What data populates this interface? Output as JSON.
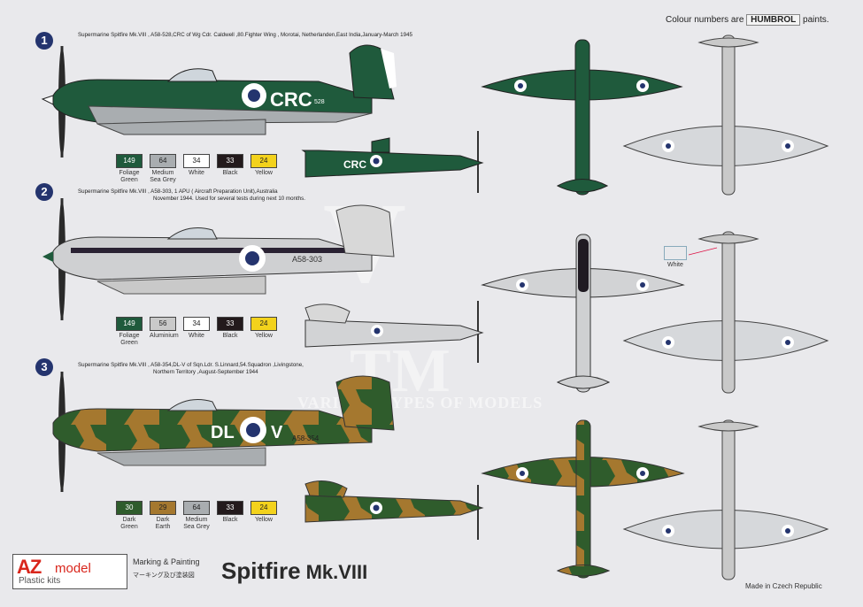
{
  "header": {
    "colour_note_prefix": "Colour numbers are",
    "colour_brand": "HUMBROL",
    "colour_note_suffix": "paints."
  },
  "schemes": [
    {
      "number": "1",
      "description_line1": "Supermarine Spitfire Mk.VIII , A58-528,CRC of Wg Cdr. Caldwell ,80.Fighter Wing , Morotai, Netherlanden,East India,January-March 1945",
      "description_line2": "",
      "code_letters": "CRC",
      "serial": "A58-528",
      "colours": [
        {
          "code": "149",
          "name": "Foliage Green",
          "hex": "#1f5a3c",
          "text": "#ffffff"
        },
        {
          "code": "64",
          "name": "Medium Sea Grey",
          "hex": "#a9adb0",
          "text": "#222222"
        },
        {
          "code": "34",
          "name": "White",
          "hex": "#ffffff",
          "text": "#222222"
        },
        {
          "code": "33",
          "name": "Black",
          "hex": "#231a1c",
          "text": "#ffffff"
        },
        {
          "code": "24",
          "name": "Yellow",
          "hex": "#f3d21c",
          "text": "#222222"
        }
      ]
    },
    {
      "number": "2",
      "description_line1": "Supermarine Spitfire Mk.VIII , A58-303, 1 APU ( Aircraft Preparation Unit),Australia",
      "description_line2": "November 1944. Used  for several tests during next 10 months.",
      "code_letters": "",
      "serial": "A58-303",
      "colours": [
        {
          "code": "149",
          "name": "Foliage Green",
          "hex": "#1f5a3c",
          "text": "#ffffff"
        },
        {
          "code": "56",
          "name": "Aluminium",
          "hex": "#c9c9c9",
          "text": "#222222"
        },
        {
          "code": "34",
          "name": "White",
          "hex": "#ffffff",
          "text": "#222222"
        },
        {
          "code": "33",
          "name": "Black",
          "hex": "#231a1c",
          "text": "#ffffff"
        },
        {
          "code": "24",
          "name": "Yellow",
          "hex": "#f3d21c",
          "text": "#222222"
        }
      ]
    },
    {
      "number": "3",
      "description_line1": "Supermarine Spitfire Mk.VIII , A58-354,DL-V of Sqn.Ldr. S.Linnard,54.Squadron ,Livingstone,",
      "description_line2": "Northern Territory ,August-September 1944",
      "code_letters": "DL V",
      "serial": "A58-354",
      "colours": [
        {
          "code": "30",
          "name": "Dark Green",
          "hex": "#2f5c2c",
          "text": "#ffffff"
        },
        {
          "code": "29",
          "name": "Dark Earth",
          "hex": "#a5782f",
          "text": "#222222"
        },
        {
          "code": "64",
          "name": "Medium Sea Grey",
          "hex": "#a9adb0",
          "text": "#222222"
        },
        {
          "code": "33",
          "name": "Black",
          "hex": "#231a1c",
          "text": "#ffffff"
        },
        {
          "code": "24",
          "name": "Yellow",
          "hex": "#f3d21c",
          "text": "#222222"
        }
      ]
    }
  ],
  "white_callout": "White",
  "watermark": "VARIOUS TYPES OF MODELS",
  "brand": {
    "az": "AZ",
    "model": "model",
    "sub": "Plastic kits"
  },
  "marking_painting": "Marking & Painting",
  "japanese_subtitle": "マーキング及び塗装図",
  "title": {
    "main": "Spitfire",
    "variant": "Mk.VIII"
  },
  "footer": "Made in Czech Republic"
}
